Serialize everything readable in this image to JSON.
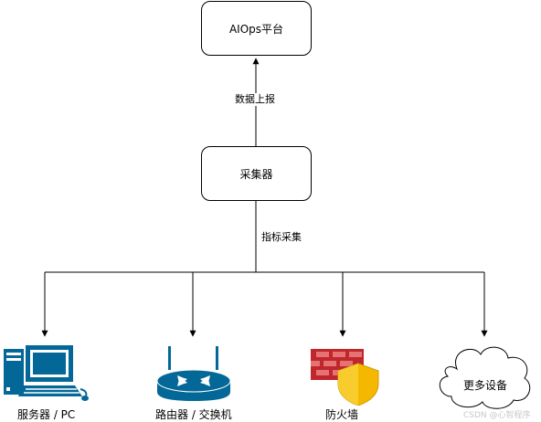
{
  "nodes": {
    "platform": "AIOps平台",
    "collector": "采集器"
  },
  "edges": {
    "report": "数据上报",
    "collect": "指标采集"
  },
  "devices": {
    "server": "服务器 / PC",
    "router": "路由器 / 交换机",
    "firewall": "防火墙",
    "more": "更多设备"
  },
  "watermark": "CSDN @心智程序",
  "colors": {
    "line": "#000000",
    "device_blue": "#036897",
    "firewall_red": "#c0272d",
    "shield_yellow": "#f5b800"
  }
}
